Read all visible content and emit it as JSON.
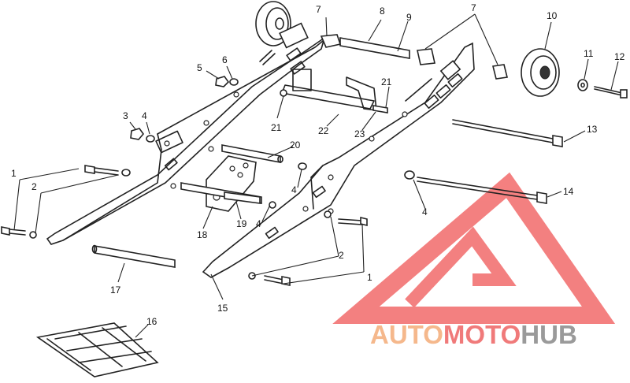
{
  "callouts": {
    "c1a": "1",
    "c1b": "1",
    "c2a": "2",
    "c2b": "2",
    "c3": "3",
    "c4a": "4",
    "c4b": "4",
    "c4c": "4",
    "c4d": "4",
    "c5": "5",
    "c6": "6",
    "c7a": "7",
    "c7b": "7",
    "c8": "8",
    "c9": "9",
    "c10": "10",
    "c11": "11",
    "c12": "12",
    "c13": "13",
    "c14": "14",
    "c15": "15",
    "c16": "16",
    "c17": "17",
    "c18": "18",
    "c19": "19",
    "c20": "20",
    "c21a": "21",
    "c21b": "21",
    "c22": "22",
    "c23": "23"
  },
  "watermark": {
    "part1": "AUTO",
    "part2": "MOTO",
    "part3": "HUB",
    "color1": "#f5b88c",
    "color2": "#f07a7a",
    "color3": "#9a9a9a",
    "logo_color": "#f26a6a"
  }
}
